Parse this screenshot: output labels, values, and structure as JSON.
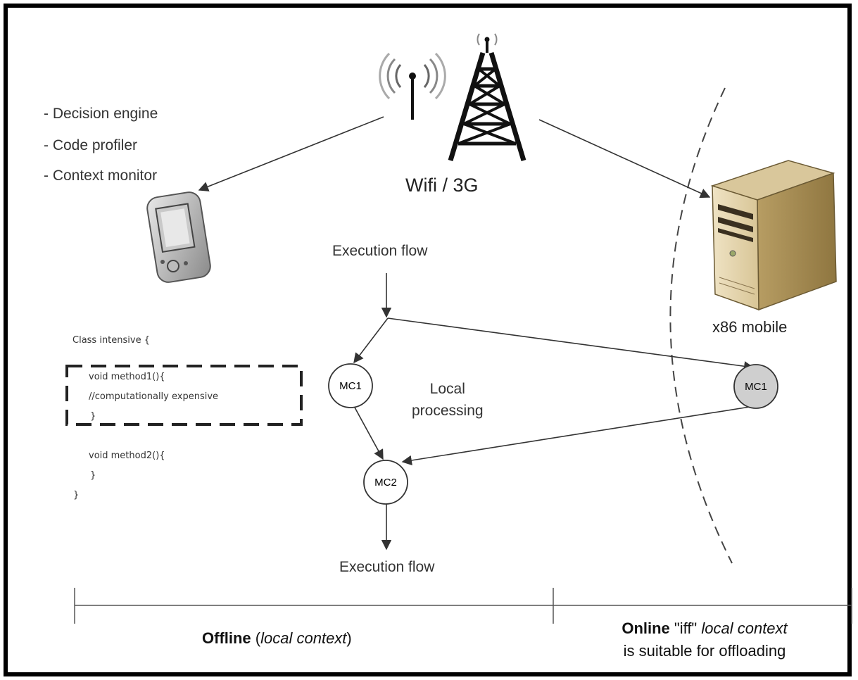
{
  "features": [
    "- Decision engine",
    "- Code profiler",
    "- Context monitor"
  ],
  "network_label": "Wifi / 3G",
  "execution_flow_top": "Execution flow",
  "execution_flow_bottom": "Execution flow",
  "local_processing": [
    "Local",
    "processing"
  ],
  "server_label": "x86 mobile",
  "nodes": {
    "mc1_local": "MC1",
    "mc2": "MC2",
    "mc1_remote": "MC1"
  },
  "code": {
    "class_line": "Class intensive {",
    "method1": "void method1(){",
    "comment": "//computationally expensive",
    "close1": "}",
    "method2": "void method2(){",
    "close2": "}",
    "close_class": "}"
  },
  "offline": {
    "bold": "Offline",
    "open": " (",
    "italic": "local context",
    "close": ")"
  },
  "online": {
    "bold": "Online",
    "quoted": " \"iff\" ",
    "italic": "local context",
    "line2": "is suitable for offloading"
  },
  "colors": {
    "remote_node_fill": "#cfcfcf",
    "line": "#333333"
  }
}
